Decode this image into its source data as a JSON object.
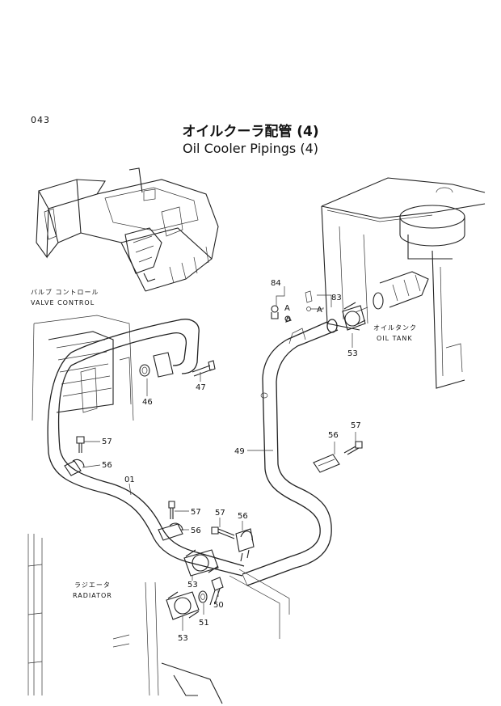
{
  "page_number": "043",
  "title_jp": "オイルクーラ配管 (4)",
  "title_en": "Oil Cooler Pipings (4)",
  "captions": {
    "valve_jp": "バルブ コントロール",
    "valve_en": "VALVE CONTROL",
    "oiltank_jp": "オイルタンク",
    "oiltank_en": "OIL TANK",
    "radiator_jp": "ラジエータ",
    "radiator_en": "RADIATOR"
  },
  "view_markers": {
    "a1": "A",
    "a2": "A"
  },
  "part_labels": {
    "p84": "84",
    "p83": "83",
    "p53_top": "53",
    "p46": "46",
    "p47": "47",
    "p49": "49",
    "p57_left": "57",
    "p56_left": "56",
    "p01": "01",
    "p57_right": "57",
    "p56_right": "56",
    "p57_mid": "57",
    "p56_mid": "56",
    "p57_c": "57",
    "p56_c": "56",
    "p53_mid": "53",
    "p50": "50",
    "p51": "51",
    "p53_bot": "53"
  }
}
